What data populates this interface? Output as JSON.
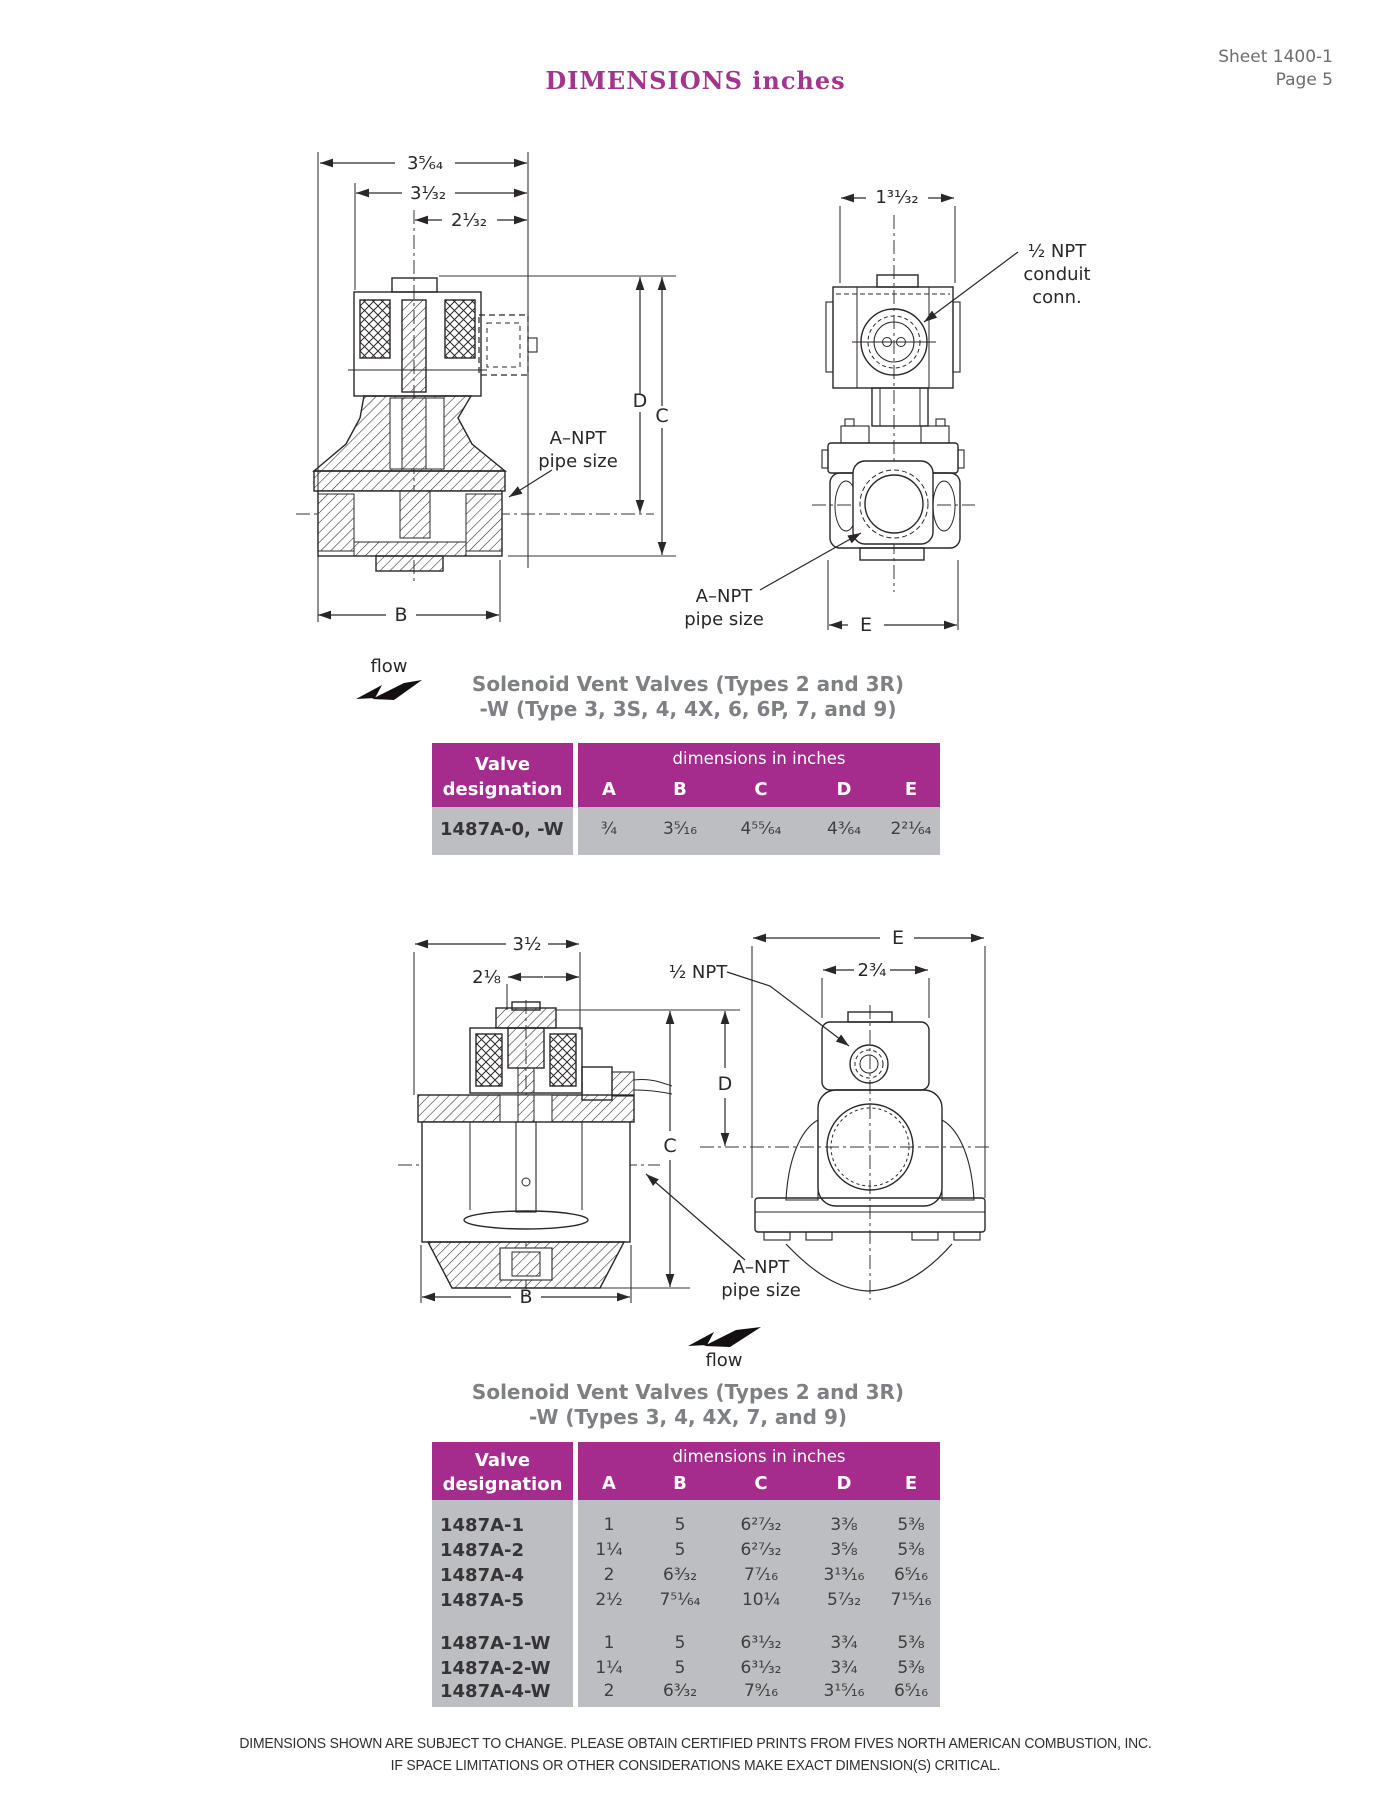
{
  "header": {
    "title": "DIMENSIONS inches",
    "sheet_ref": "Sheet 1400-1",
    "page_ref": "Page 5"
  },
  "colors": {
    "magenta": "#a52c8c",
    "caption_gray": "#7e8083",
    "row_gray": "#bdbec1",
    "ink": "#2b2728"
  },
  "figure1": {
    "dim_overall_width": "3⁵⁄₆₄",
    "dim_coil_width": "3¹⁄₃₂",
    "dim_center_width": "2¹⁄₃₂",
    "dim_front_width": "1³¹⁄₃₂",
    "label_d": "D",
    "label_c": "C",
    "label_b": "B",
    "label_e": "E",
    "npt_line1": "A–NPT",
    "npt_line2": "pipe size",
    "conduit_line1": "½ NPT",
    "conduit_line2": "conduit",
    "conduit_line3": "conn.",
    "flow_label": "flow",
    "caption_line1": "Solenoid Vent Valves (Types 2 and 3R)",
    "caption_line2": "-W (Type 3, 3S, 4, 4X, 6, 6P, 7, and 9)"
  },
  "table1": {
    "col1_header_line1": "Valve",
    "col1_header_line2": "designation",
    "span_header": "dimensions in inches",
    "columns": [
      "A",
      "B",
      "C",
      "D",
      "E"
    ],
    "rows": [
      {
        "designation": "1487A-0, -W",
        "a": "¾",
        "b": "3⁵⁄₁₆",
        "c": "4⁵⁵⁄₆₄",
        "d": "4³⁄₆₄",
        "e": "2²¹⁄₆₄"
      }
    ]
  },
  "figure2": {
    "dim_overall_width": "3½",
    "dim_coil_width": "2⅛",
    "dim_solenoid_width": "2¾",
    "conduit_label": "½ NPT",
    "label_d": "D",
    "label_c": "C",
    "label_b": "B",
    "label_e": "E",
    "npt_line1": "A–NPT",
    "npt_line2": "pipe size",
    "flow_label": "flow",
    "caption_line1": "Solenoid Vent Valves (Types 2 and 3R)",
    "caption_line2": "-W (Types 3, 4, 4X, 7, and 9)"
  },
  "table2": {
    "col1_header_line1": "Valve",
    "col1_header_line2": "designation",
    "span_header": "dimensions in inches",
    "columns": [
      "A",
      "B",
      "C",
      "D",
      "E"
    ],
    "rows": [
      {
        "designation": "1487A-1",
        "a": "1",
        "b": "5",
        "c": "6²⁷⁄₃₂",
        "d": "3⅜",
        "e": "5⅜"
      },
      {
        "designation": "1487A-2",
        "a": "1¼",
        "b": "5",
        "c": "6²⁷⁄₃₂",
        "d": "3⅝",
        "e": "5⅜"
      },
      {
        "designation": "1487A-4",
        "a": "2",
        "b": "6³⁄₃₂",
        "c": "7⁷⁄₁₆",
        "d": "3¹³⁄₁₆",
        "e": "6⁵⁄₁₆"
      },
      {
        "designation": "1487A-5",
        "a": "2½",
        "b": "7⁵¹⁄₆₄",
        "c": "10¼",
        "d": "5⁷⁄₃₂",
        "e": "7¹⁵⁄₁₆"
      },
      {
        "designation": "1487A-1-W",
        "a": "1",
        "b": "5",
        "c": "6³¹⁄₃₂",
        "d": "3¾",
        "e": "5⅜"
      },
      {
        "designation": "1487A-2-W",
        "a": "1¼",
        "b": "5",
        "c": "6³¹⁄₃₂",
        "d": "3¾",
        "e": "5⅜"
      },
      {
        "designation": "1487A-4-W",
        "a": "2",
        "b": "6³⁄₃₂",
        "c": "7⁹⁄₁₆",
        "d": "3¹⁵⁄₁₆",
        "e": "6⁵⁄₁₆"
      }
    ]
  },
  "footer": {
    "line1": "DIMENSIONS SHOWN ARE SUBJECT TO CHANGE. PLEASE OBTAIN CERTIFIED PRINTS FROM FIVES NORTH AMERICAN COMBUSTION, INC.",
    "line2": "IF SPACE LIMITATIONS OR OTHER CONSIDERATIONS MAKE EXACT DIMENSION(S) CRITICAL."
  }
}
